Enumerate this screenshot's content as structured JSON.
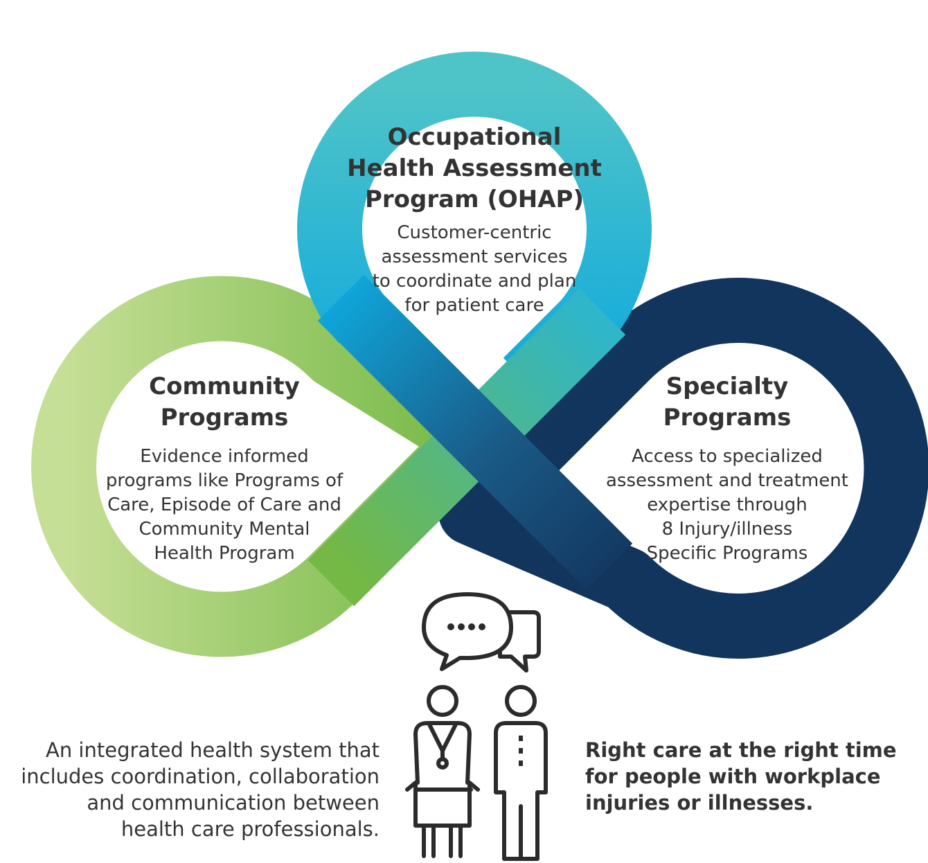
{
  "colors": {
    "green_light": "#c6df96",
    "green": "#74b845",
    "teal_top": "#4fc4c8",
    "blue": "#0fa9dd",
    "navy": "#12355e",
    "text": "#333333",
    "icon_stroke": "#2b2b2b"
  },
  "diagram": {
    "ohap": {
      "title_lines": [
        "Occupational",
        "Health Assessment",
        "Program (OHAP)"
      ],
      "desc_lines": [
        "Customer-centric",
        "assessment services",
        "to coordinate and plan",
        "for patient care"
      ]
    },
    "community": {
      "title_lines": [
        "Community",
        "Programs"
      ],
      "desc_lines": [
        "Evidence informed",
        "programs like Programs of",
        "Care, Episode of Care and",
        "Community Mental",
        "Health Program"
      ]
    },
    "specialty": {
      "title_lines": [
        "Specialty",
        "Programs"
      ],
      "desc_lines": [
        "Access to specialized",
        "assessment and treatment",
        "expertise through",
        "8 Injury/illness",
        "Specific Programs"
      ]
    }
  },
  "icons": {
    "speech_bubbles": "speech-bubbles-icon",
    "doctor": "doctor-icon",
    "patient": "patient-icon"
  },
  "footer": {
    "left_lines": [
      "An integrated health system that",
      "includes coordination, collaboration",
      "and communication between",
      "health care professionals."
    ],
    "right_lines": [
      "Right care at the right time",
      "for people with workplace",
      "injuries or illnesses."
    ]
  }
}
